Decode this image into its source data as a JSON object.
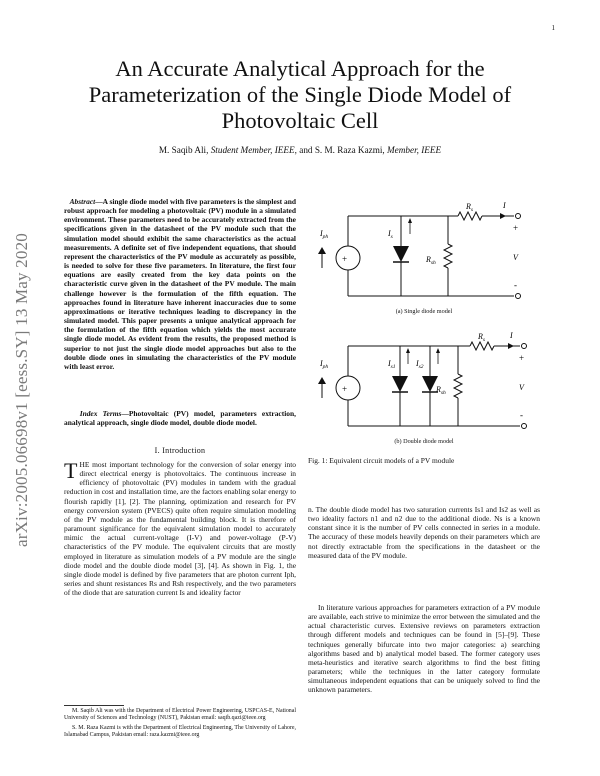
{
  "page_number": "1",
  "title": "An Accurate Analytical Approach for the Parameterization of the Single Diode Model of Photovoltaic Cell",
  "authors": {
    "author1": "M. Saqib Ali,",
    "author1_role": "Student Member, IEEE,",
    "and": "and",
    "author2": "S. M. Raza Kazmi,",
    "author2_role": "Member, IEEE"
  },
  "arxiv_id": "arXiv:2005.06698v1  [eess.SY]  13 May 2020",
  "abstract": {
    "label": "Abstract",
    "text": "—A single diode model with five parameters is the simplest and robust approach for modeling a photovoltaic (PV) module in a simulated environment. These parameters need to be accurately extracted from the specifications given in the datasheet of the PV module such that the simulation model should exhibit the same characteristics as the actual measurements. A definite set of five independent equations, that should represent the characteristics of the PV module as accurately as possible, is needed to solve for these five parameters. In literature, the first four equations are easily created from the key data points on the characteristic curve given in the datasheet of the PV module. The main challenge however is the formulation of the fifth equation. The approaches found in literature have inherent inaccuracies due to some approximations or iterative techniques leading to discrepancy in the simulated model. This paper presents a unique analytical approach for the formulation of the fifth equation which yields the most accurate single diode model. As evident from the results, the proposed method is superior to not just the single diode model approaches but also to the double diode ones in simulating the characteristics of the PV module with least error."
  },
  "index_terms": {
    "label": "Index Terms",
    "text": "—Photovoltaic (PV) model, parameters extraction, analytical approach, single diode model, double diode model."
  },
  "section_heading": "I. Introduction",
  "intro": {
    "dropcap": "T",
    "text": "HE most important technology for the conversion of solar energy into direct electrical energy is photovoltaics. The continuous increase in efficiency of photovoltaic (PV) modules in tandem with the gradual reduction in cost and installation time, are the factors enabling solar energy to flourish rapidly [1], [2]. The planning, optimization and research for PV energy conversion system (PVECS) quite often require simulation modeling of the PV module as the fundamental building block. It is therefore of paramount significance for the equivalent simulation model to accurately mimic the actual current-voltage (I-V) and power-voltage (P-V) characteristics of the PV module. The equivalent circuits that are mostly employed in literature as simulation models of a PV module are the single diode model and the double diode model [3], [4]. As shown in Fig. 1, the single diode model is defined by five parameters that are photon current Iph, series and shunt resistances Rs and Rsh respectively, and the two parameters of the diode that are saturation current Is and ideality factor"
  },
  "footnotes": [
    "M. Saqib Ali was with the Department of Electrical Power Engineering, USPCAS-E, National University of Sciences and Technology (NUST), Pakistan email: saqib.qazi@ieee.org",
    "S. M. Raza Kazmi is with the Department of Electrical Engineering, The University of Lahore, Islamabad Campus, Pakistan email: raza.kazmi@ieee.org"
  ],
  "figure": {
    "sub_a": "(a) Single diode model",
    "sub_b": "(b) Double diode model",
    "caption": "Fig. 1: Equivalent circuit models of a PV module",
    "labels_a": {
      "iph": "I",
      "iph_sub": "ph",
      "is": "I",
      "is_sub": "s",
      "rs": "R",
      "rs_sub": "s",
      "i": "I",
      "rsh": "R",
      "rsh_sub": "sh",
      "plus": "+",
      "v": "V",
      "minus": "-"
    },
    "labels_b": {
      "iph": "I",
      "iph_sub": "ph",
      "is1": "I",
      "is1_sub": "s1",
      "is2": "I",
      "is2_sub": "s2",
      "rs": "R",
      "rs_sub": "s",
      "i": "I",
      "rsh": "R",
      "rsh_sub": "sh",
      "plus": "+",
      "v": "V",
      "minus": "-"
    }
  },
  "right_para1": "n. The double diode model has two saturation currents Is1 and Is2 as well as two ideality factors n1 and n2 due to the additional diode. Ns is a known constant since it is the number of PV cells connected in series in a module. The accuracy of these models heavily depends on their parameters which are not directly extractable from the specifications in the datasheet or the measured data of the PV module.",
  "right_para2": "In literature various approaches for parameters extraction of a PV module are available, each strive to minimize the error between the simulated and the actual characteristic curves. Extensive reviews on parameters extraction through different models and techniques can be found in [5]–[9]. These techniques generally bifurcate into two major categories: a) searching algorithms based and b) analytical model based. The former category uses meta-heuristics and iterative search algorithms to find the best fitting parameters; while the techniques in the latter category formulate simultaneous independent equations that can be uniquely solved to find the unknown parameters."
}
